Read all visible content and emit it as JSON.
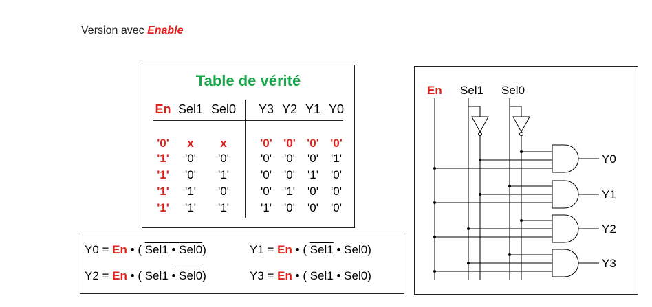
{
  "intro": {
    "prefix": "Version avec ",
    "emphasis": "Enable"
  },
  "truth_table": {
    "title": "Table de vérité",
    "headers": [
      "En",
      "Sel1",
      "Sel0",
      "Y3",
      "Y2",
      "Y1",
      "Y0"
    ],
    "rows": [
      [
        "'0'",
        "x",
        "x",
        "'0'",
        "'0'",
        "'0'",
        "'0'"
      ],
      [
        "'1'",
        "'0'",
        "'0'",
        "'0'",
        "'0'",
        "'0'",
        "'1'"
      ],
      [
        "'1'",
        "'0'",
        "'1'",
        "'0'",
        "'0'",
        "'1'",
        "'0'"
      ],
      [
        "'1'",
        "'1'",
        "'0'",
        "'0'",
        "'1'",
        "'0'",
        "'0'"
      ],
      [
        "'1'",
        "'1'",
        "'1'",
        "'1'",
        "'0'",
        "'0'",
        "'0'"
      ]
    ]
  },
  "equations": {
    "eq0": {
      "out": "Y0 = ",
      "en": "En",
      "a": "Sel1",
      "b": "Sel0"
    },
    "eq1": {
      "out": "Y1 = ",
      "en": "En",
      "a": "Sel1",
      "b": "Sel0"
    },
    "eq2": {
      "out": "Y2 = ",
      "en": "En",
      "a": "Sel1",
      "b": "Sel0"
    },
    "eq3": {
      "out": "Y3 = ",
      "en": "En",
      "a": "Sel1",
      "b": "Sel0"
    },
    "dot": "•",
    "open": "( ",
    "close": ")"
  },
  "circuit": {
    "inputs": [
      "En",
      "Sel1",
      "Sel0"
    ],
    "outputs": [
      "Y0",
      "Y1",
      "Y2",
      "Y3"
    ]
  },
  "colors": {
    "enable_red": "#e0201b",
    "title_green": "#1aa64a"
  }
}
